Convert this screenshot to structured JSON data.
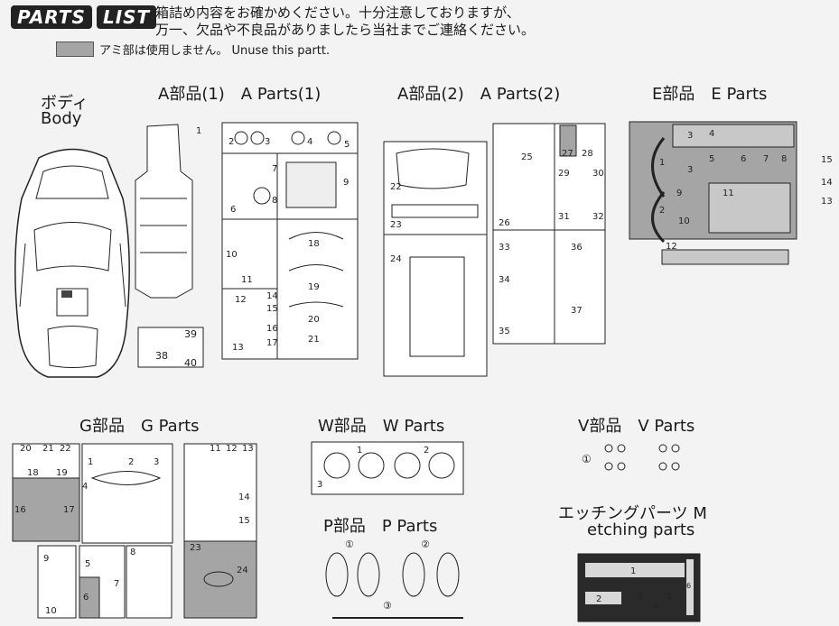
{
  "header": {
    "badge_parts": "PARTS",
    "badge_list": "LIST",
    "notice_line1": "箱詰め内容をお確かめください。十分注意しておりますが、",
    "notice_line2": "万一、欠品や不良品がありましたら当社までご連絡ください。",
    "legend": "アミ部は使用しません。 Unuse this partt."
  },
  "sections": {
    "body_ja": "ボディ",
    "body_en": "Body",
    "a1": "A部品(1)　A Parts(1)",
    "a2": "A部品(2)　A Parts(2)",
    "e": "E部品　E Parts",
    "g": "G部品　G Parts",
    "w": "W部品　W Parts",
    "v": "V部品　V Parts",
    "p": "P部品　P Parts",
    "etch_ja": "エッチングパーツ M",
    "etch_en": "etching parts"
  },
  "part_numbers": {
    "a1": [
      "1",
      "2",
      "3",
      "4",
      "5",
      "6",
      "7",
      "8",
      "9",
      "10",
      "11",
      "12",
      "13",
      "14",
      "15",
      "16",
      "17",
      "18",
      "19",
      "20",
      "21",
      "38",
      "39",
      "40"
    ],
    "a2": [
      "22",
      "23",
      "24",
      "25",
      "26",
      "27",
      "28",
      "29",
      "30",
      "31",
      "32",
      "33",
      "34",
      "35",
      "36",
      "37"
    ],
    "e": [
      "1",
      "2",
      "3",
      "3",
      "4",
      "5",
      "6",
      "7",
      "8",
      "9",
      "10",
      "11",
      "12",
      "13",
      "14",
      "15"
    ],
    "g": [
      "1",
      "2",
      "3",
      "4",
      "5",
      "6",
      "7",
      "8",
      "9",
      "10",
      "11",
      "12",
      "13",
      "14",
      "15",
      "16",
      "17",
      "18",
      "19",
      "20",
      "21",
      "22",
      "23",
      "24"
    ],
    "w": [
      "1",
      "2",
      "3"
    ],
    "v": [
      "①"
    ],
    "p": [
      "①",
      "②",
      "③"
    ],
    "m": [
      "1",
      "2",
      "3",
      "4",
      "5",
      "6"
    ]
  },
  "colors": {
    "shaded": "#a5a5a5",
    "line": "#222222",
    "paper": "#f3f3f3"
  }
}
